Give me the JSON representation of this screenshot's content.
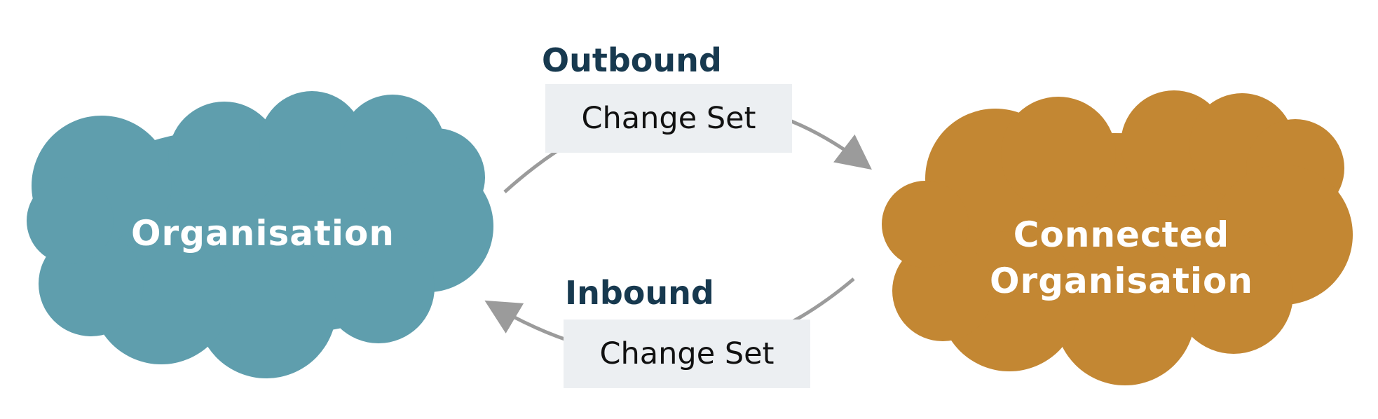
{
  "diagram": {
    "left_node": {
      "label": "Organisation",
      "color": "#5f9ead"
    },
    "right_node": {
      "label_line1": "Connected",
      "label_line2": "Organisation",
      "color": "#c38733"
    },
    "outbound": {
      "label": "Outbound",
      "box_text": "Change Set"
    },
    "inbound": {
      "label": "Inbound",
      "box_text": "Change Set"
    },
    "colors": {
      "label_text": "#17394f",
      "arrow": "#9b9b9b",
      "box_fill": "#eceff2"
    }
  }
}
